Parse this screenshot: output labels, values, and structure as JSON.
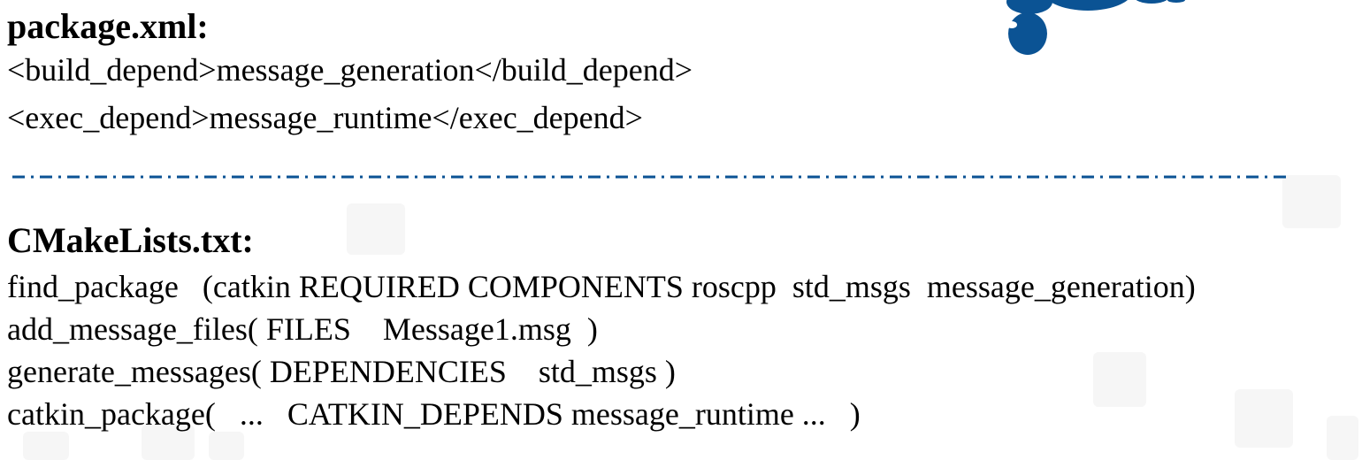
{
  "package_xml": {
    "heading": "package.xml:",
    "lines": [
      "<build_depend>message_generation</build_depend>",
      "<exec_depend>message_runtime</exec_depend>"
    ]
  },
  "cmakelists": {
    "heading": "CMakeLists.txt:",
    "lines": [
      "find_package   (catkin REQUIRED COMPONENTS roscpp  std_msgs  message_generation)",
      "add_message_files( FILES    Message1.msg  )",
      "generate_messages( DEPENDENCIES    std_msgs )",
      "catkin_package(   ...   CATKIN_DEPENDS message_runtime ...   )"
    ]
  },
  "colors": {
    "accent": "#0b5394",
    "text": "#000000"
  }
}
